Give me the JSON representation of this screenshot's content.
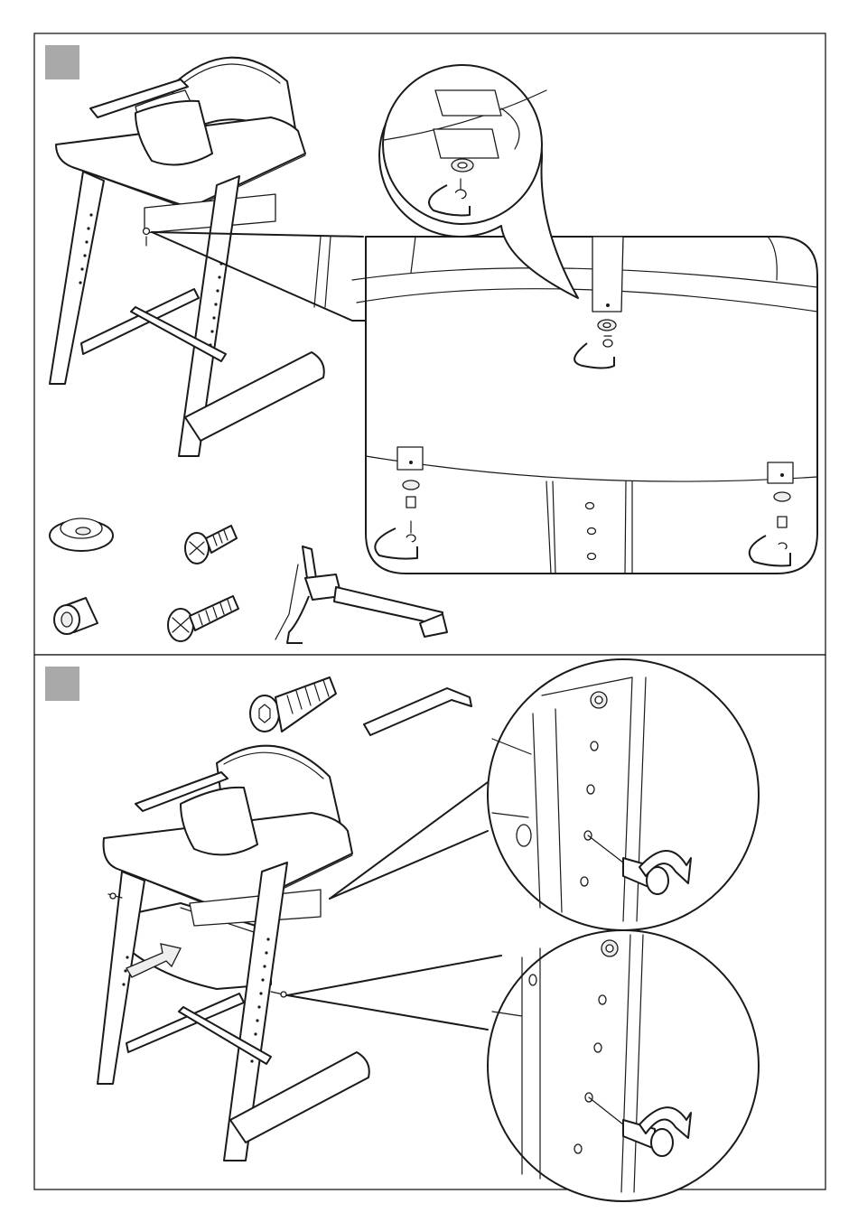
{
  "page": {
    "background": "#ffffff",
    "line_color": "#1a1a1a",
    "step_badge_color": "#a9a9a9"
  },
  "steps": [
    {
      "badge_label": "",
      "parts": [
        "seat-bumper",
        "short-screw",
        "sleeve-spacer",
        "long-screw",
        "safety-harness"
      ]
    },
    {
      "badge_label": "",
      "parts": [
        "allen-bolt",
        "allen-key"
      ]
    }
  ]
}
